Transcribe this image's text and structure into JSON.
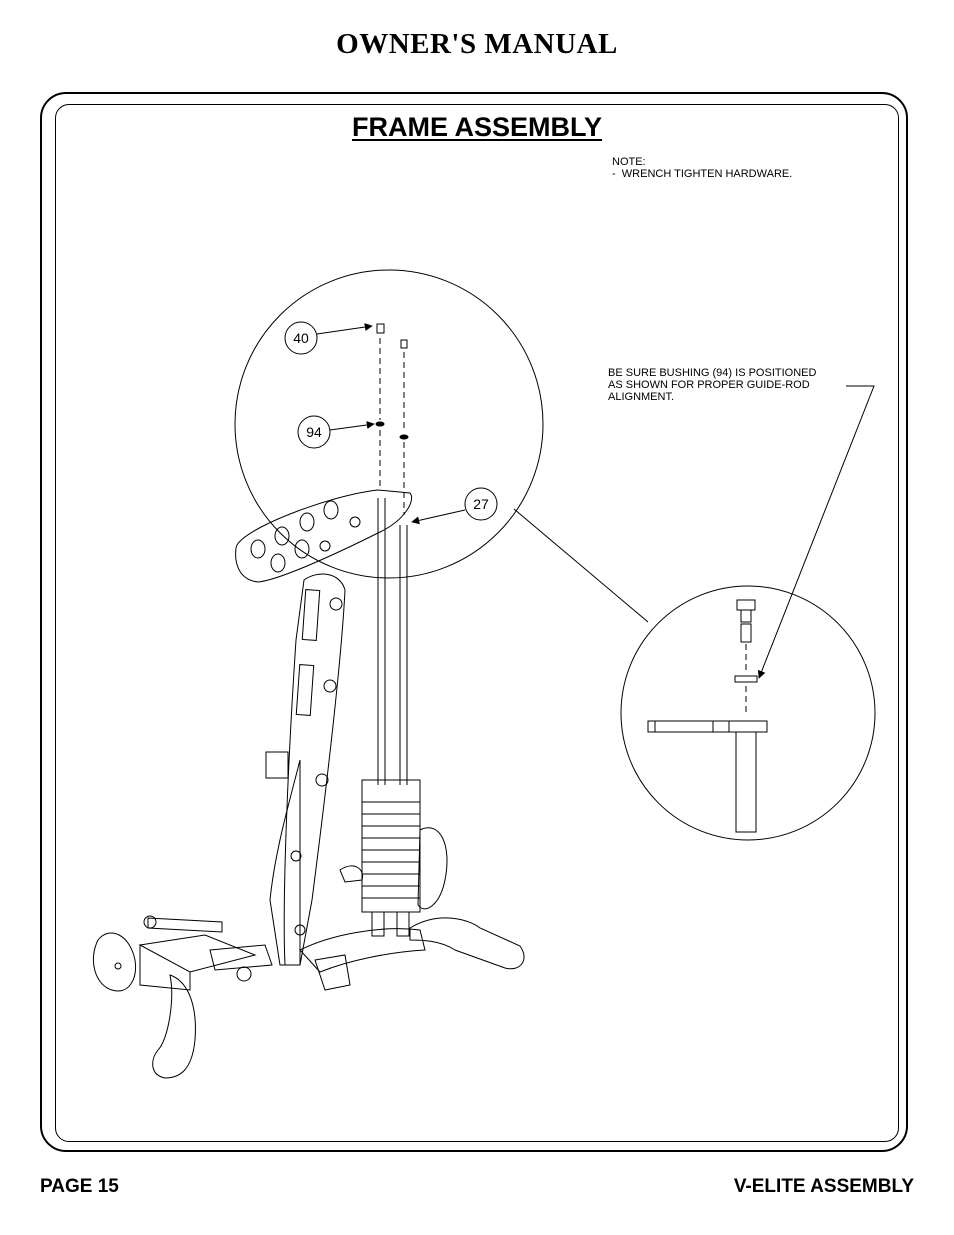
{
  "header": {
    "title": "OWNER'S MANUAL"
  },
  "section": {
    "title": "FRAME ASSEMBLY"
  },
  "note": {
    "heading": "NOTE:",
    "line": "-  WRENCH TIGHTEN HARDWARE."
  },
  "callout": {
    "lines": [
      "BE SURE BUSHING (94) IS POSITIONED",
      "AS SHOWN FOR PROPER GUIDE-ROD",
      "ALIGNMENT."
    ]
  },
  "parts": {
    "p40": "40",
    "p94": "94",
    "p27": "27"
  },
  "footer": {
    "page": "PAGE 15",
    "doc": "V-ELITE ASSEMBLY"
  }
}
